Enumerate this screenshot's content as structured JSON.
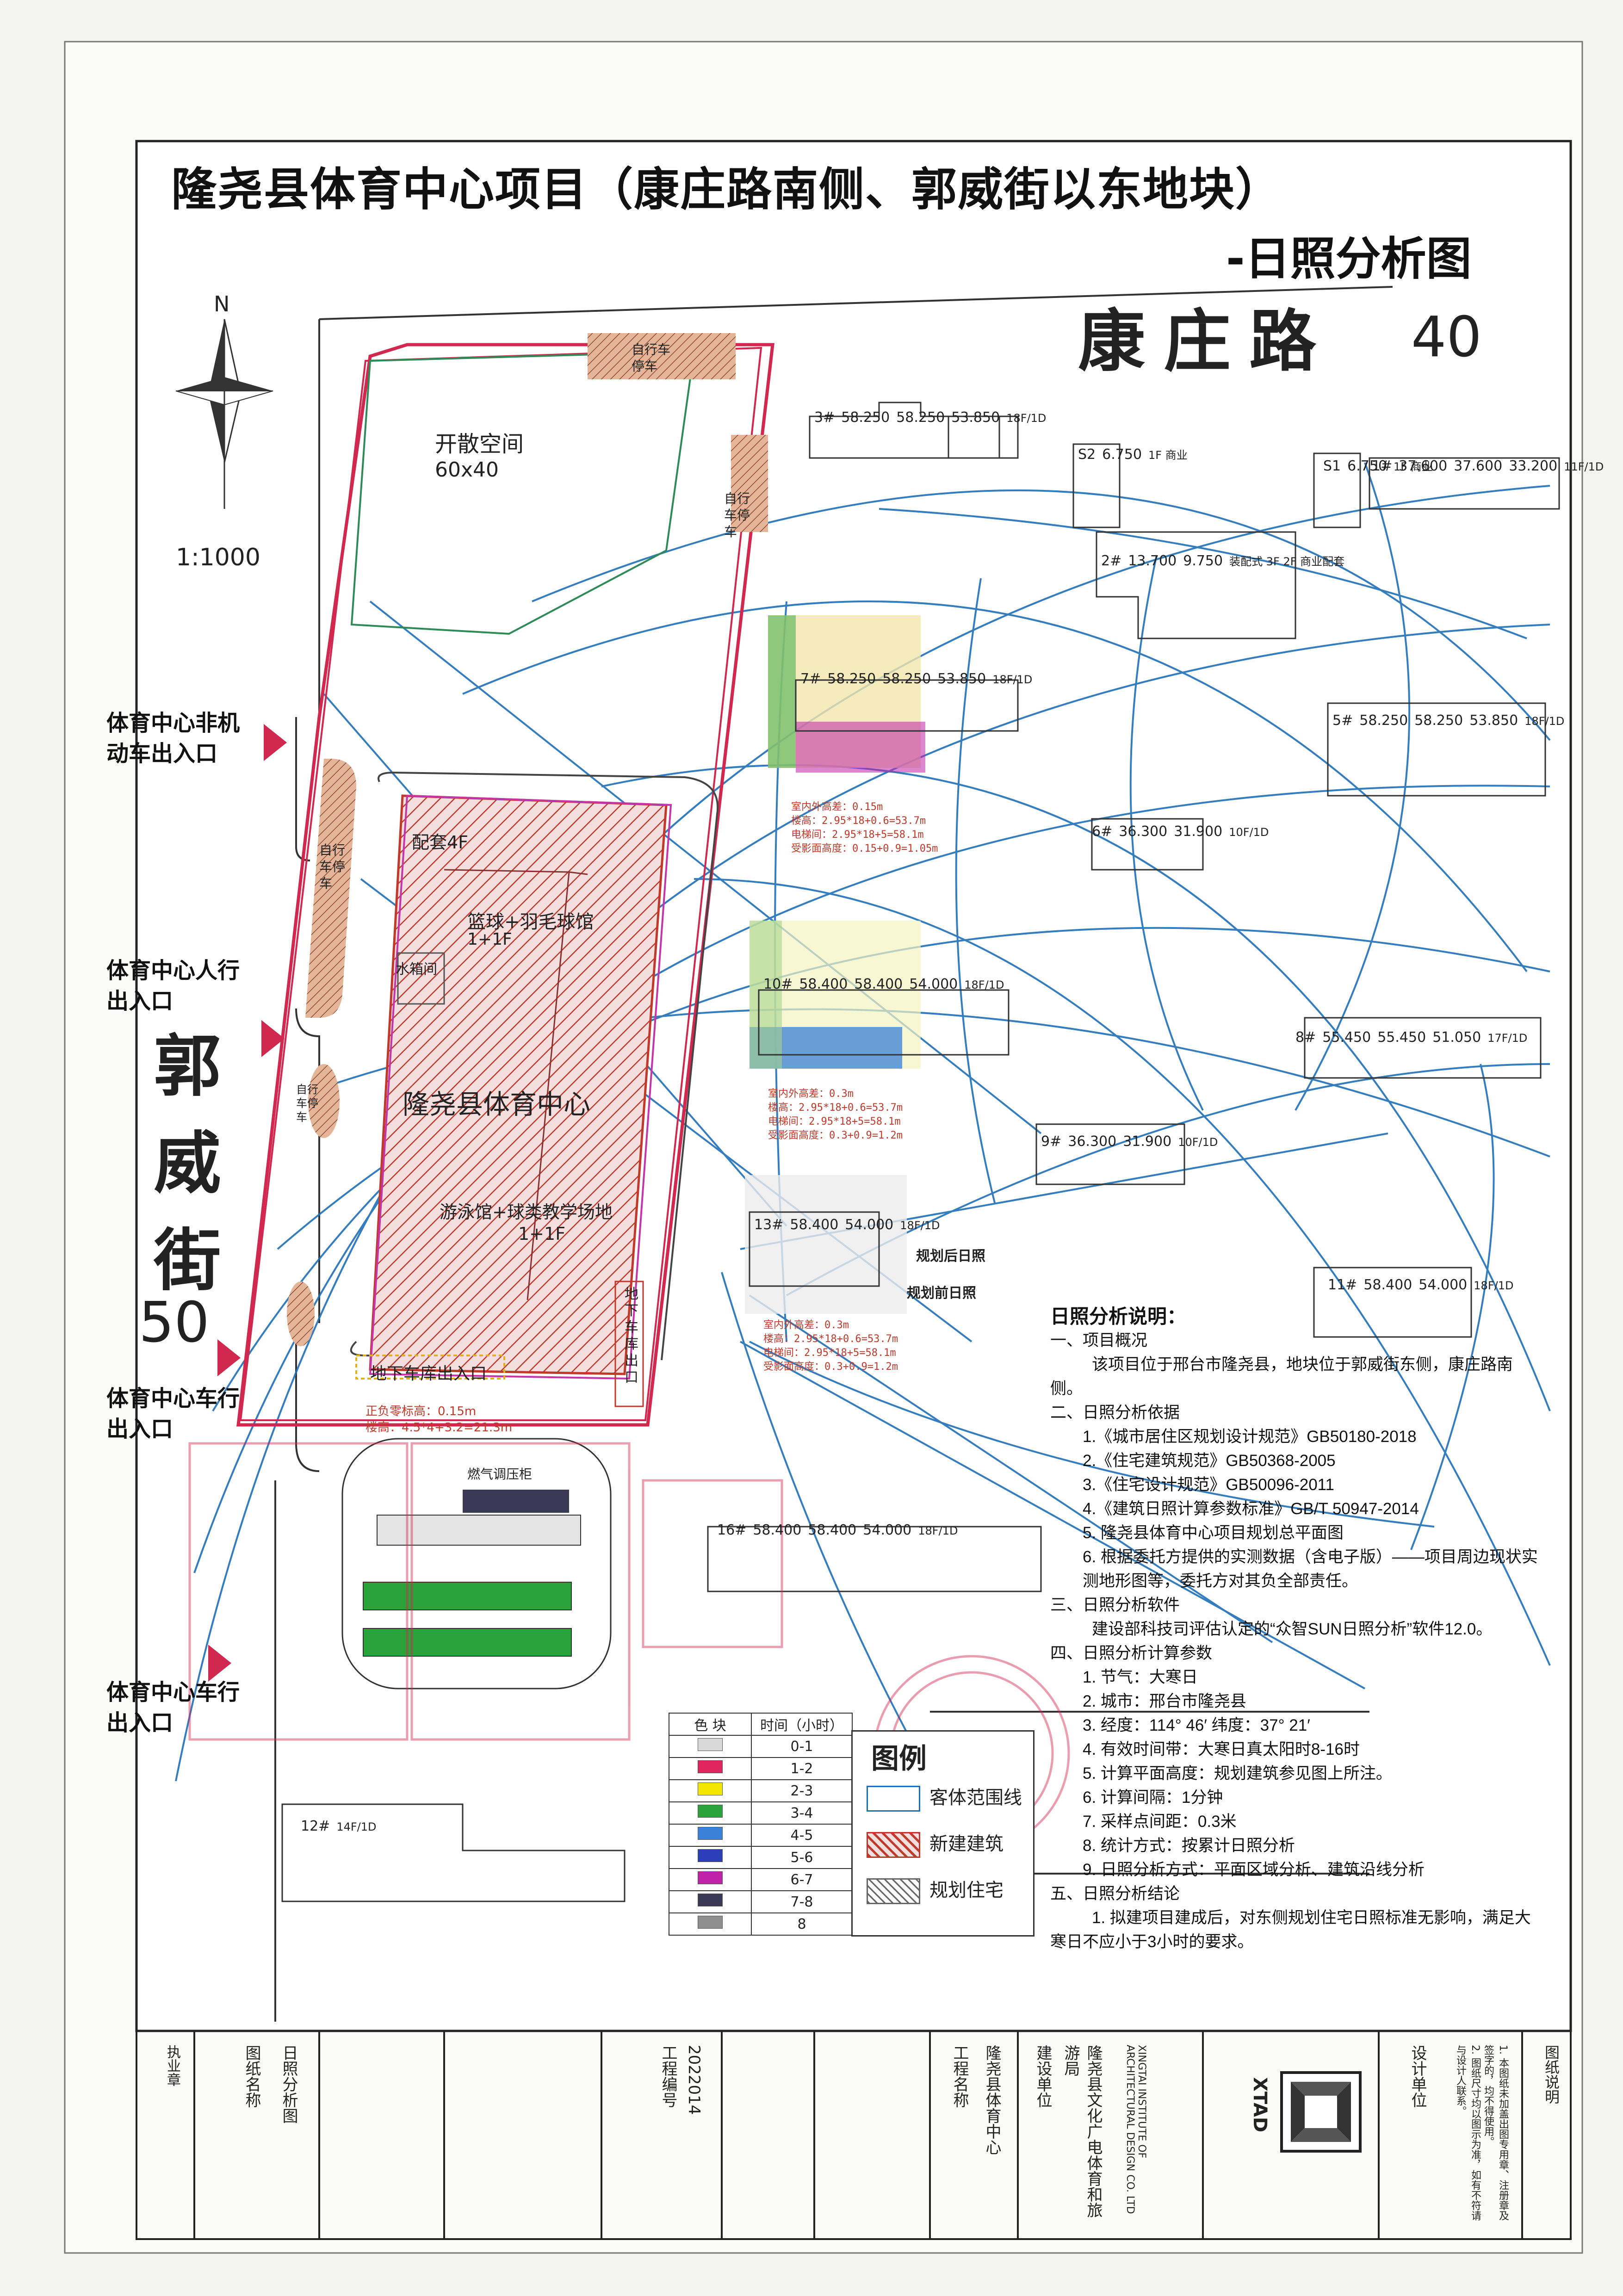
{
  "title": {
    "line1": "隆尧县体育中心项目（康庄路南侧、郭威街以东地块）",
    "line2": "-日照分析图"
  },
  "roads": {
    "kangzhuang": "康庄路",
    "kangzhuang_width": "40",
    "guowei": "郭威街",
    "guowei_width": "50"
  },
  "north": "N",
  "scale": "1:1000",
  "gates": {
    "nonmotor": "体育中心非机动车出入口",
    "pedestrian": "体育中心人行出入口",
    "vehicle1": "体育中心车行出入口",
    "vehicle2": "体育中心车行出入口"
  },
  "site": {
    "open_space": "开散空间",
    "open_space_size": "60x40",
    "bike1": "自行车停车",
    "bike2": "自行车停车",
    "bike3": "自行车停车",
    "bike4": "自行车停车",
    "support": "配套4F",
    "basketball": "篮球+羽毛球馆",
    "basketball_floors": "1+1F",
    "pump": "水箱间",
    "center": "隆尧县体育中心",
    "pool": "游泳馆+球类教学场地",
    "pool_floors": "1+1F",
    "garage_exit": "地下车库出入口",
    "garage_ramp": "地下车库出口",
    "gas": "燃气调压柜",
    "zero_level": "正负零标高：0.15m",
    "bldg_height": "楼高：4.5*4+3.2=21.3m"
  },
  "buildings": [
    {
      "id": "3#",
      "h1": "58.250",
      "h2": "58.250",
      "h3": "53.850",
      "note": "18F/1D"
    },
    {
      "id": "S2",
      "h1": "6.750",
      "note": "1F 商业"
    },
    {
      "id": "S1",
      "h1": "6.750",
      "note": "1F 商业"
    },
    {
      "id": "1#",
      "h1": "37.600",
      "h2": "37.600",
      "h3": "33.200",
      "note": "11F/1D"
    },
    {
      "id": "2#",
      "h1": "13.700",
      "h2": "9.750",
      "note": "装配式 3F 2F 商业配套"
    },
    {
      "id": "7#",
      "h1": "58.250",
      "h2": "58.250",
      "h3": "53.850",
      "note": "18F/1D"
    },
    {
      "id": "5#",
      "h1": "58.250",
      "h2": "58.250",
      "h3": "53.850",
      "note": "18F/1D"
    },
    {
      "id": "6#",
      "h1": "36.300",
      "h3": "31.900",
      "note": "10F/1D"
    },
    {
      "id": "10#",
      "h1": "58.400",
      "h2": "58.400",
      "h3": "54.000",
      "note": "18F/1D"
    },
    {
      "id": "8#",
      "h1": "55.450",
      "h2": "55.450",
      "h3": "51.050",
      "note": "17F/1D"
    },
    {
      "id": "9#",
      "h1": "36.300",
      "h3": "31.900",
      "note": "10F/1D"
    },
    {
      "id": "13#",
      "h1": "58.400",
      "h3": "54.000",
      "note": "18F/1D"
    },
    {
      "id": "11#",
      "h1": "58.400",
      "h3": "54.000",
      "note": "18F/1D"
    },
    {
      "id": "16#",
      "h1": "58.400",
      "h2": "58.400",
      "h3": "54.000",
      "note": "18F/1D"
    },
    {
      "id": "12#",
      "h1": "",
      "note": "14F/1D"
    }
  ],
  "building_notes": [
    [
      "室内外高差：0.15m",
      "楼高：2.95*18+0.6=53.7m",
      "电梯间：2.95*18+5=58.1m",
      "受影面高度：0.15+0.9=1.05m"
    ],
    [
      "室内外高差：0.3m",
      "楼高：2.95*18+0.6=53.7m",
      "电梯间：2.95*18+5=58.1m",
      "受影面高度：0.3+0.9=1.2m"
    ],
    [
      "室内外高差：0.3m",
      "楼高：2.95*18+0.6=53.7m",
      "电梯间：2.95*18+5=58.1m",
      "受影面高度：0.3+0.9=1.2m"
    ]
  ],
  "sun_markers": {
    "after": "规划后日照",
    "before": "规划前日照"
  },
  "notes": {
    "heading": "日照分析说明：",
    "s1": "一、项目概况",
    "s1_text": "该项目位于邢台市隆尧县，地块位于郭威街东侧，康庄路南侧。",
    "s2": "二、日照分析依据",
    "s2_items": [
      "1.《城市居住区规划设计规范》GB50180-2018",
      "2.《住宅建筑规范》GB50368-2005",
      "3.《住宅设计规范》GB50096-2011",
      "4.《建筑日照计算参数标准》GB/T 50947-2014",
      "5. 隆尧县体育中心项目规划总平面图",
      "6. 根据委托方提供的实测数据（含电子版）——项目周边现状实测地形图等，委托方对其负全部责任。"
    ],
    "s3": "三、日照分析软件",
    "s3_text": "建设部科技司评估认定的“众智SUN日照分析”软件12.0。",
    "s4": "四、日照分析计算参数",
    "s4_items": [
      "1. 节气：大寒日",
      "2. 城市：邢台市隆尧县",
      "3. 经度：114° 46′    纬度：37° 21′",
      "4. 有效时间带：大寒日真太阳时8-16时",
      "5. 计算平面高度：规划建筑参见图上所注。",
      "6. 计算间隔：1分钟",
      "7. 采样点间距：0.3米",
      "8. 统计方式：按累计日照分析",
      "9. 日照分析方式：平面区域分析、建筑沿线分析"
    ],
    "s5": "五、日照分析结论",
    "s5_text": "1. 拟建项目建成后，对东侧规划住宅日照标准无影响，满足大寒日不应小于3小时的要求。"
  },
  "color_legend": {
    "header_color": "色 块",
    "header_time": "时间（小时）",
    "rows": [
      {
        "label": "0-1",
        "color": "#d9d9d9"
      },
      {
        "label": "1-2",
        "color": "#e0245e"
      },
      {
        "label": "2-3",
        "color": "#f3e600"
      },
      {
        "label": "3-4",
        "color": "#2aa33a"
      },
      {
        "label": "4-5",
        "color": "#3a7fd8"
      },
      {
        "label": "5-6",
        "color": "#2a3fb8"
      },
      {
        "label": "6-7",
        "color": "#c023a8"
      },
      {
        "label": "7-8",
        "color": "#3a3a55"
      },
      {
        "label": "8",
        "color": "#8f8f8f"
      }
    ]
  },
  "legend": {
    "title": "图例",
    "item1": "客体范围线",
    "item2": "新建建筑",
    "item3": "规划住宅"
  },
  "title_block": {
    "design_unit": "设计单位",
    "build_unit_label": "建设单位",
    "build_unit": "隆尧县文化广电体育和旅游局",
    "project_label": "工程名称",
    "project": "隆尧县体育中心",
    "project_no_label": "工程编号",
    "project_no": "2022014",
    "drawing_label": "图纸名称",
    "drawing": "日照分析图",
    "company_en": "XINGTAI INSTITUTE OF ARCHITECTURAL DESIGN CO. LTD",
    "logo": "XTAD",
    "notes_label": "图纸说明",
    "tb_note1": "1. 本图纸未加盖出图专用章、注册章及签字的，均不得使用。",
    "tb_note2": "2. 图纸尺寸均以图示为准，如有不符请与设计人联系。"
  }
}
